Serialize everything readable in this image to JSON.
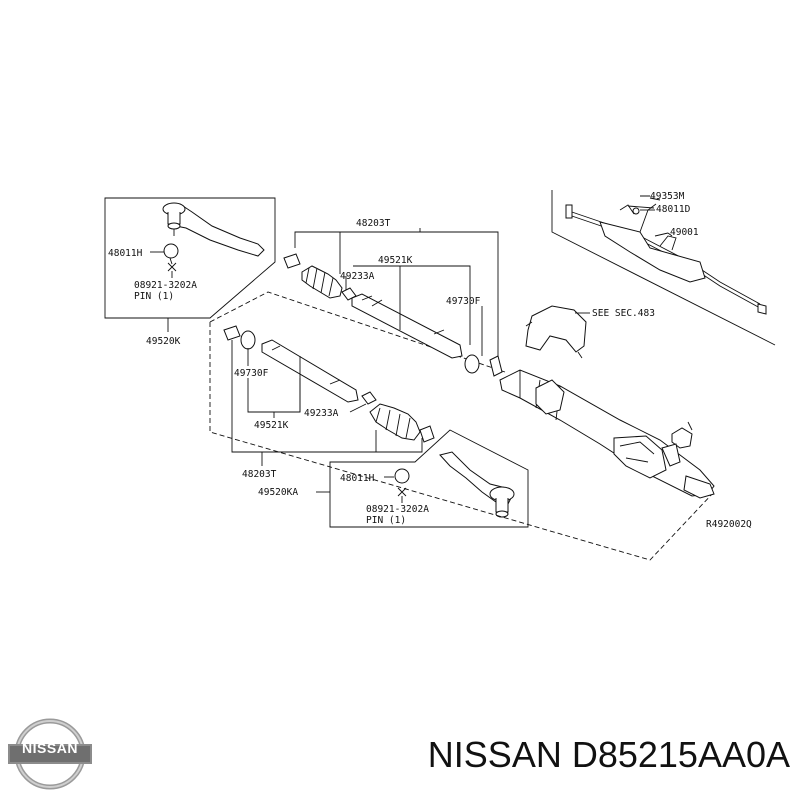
{
  "diagram": {
    "labels": {
      "l48203T_top": "48203T",
      "l49353M": "49353M",
      "l48011D": "48011D",
      "l49001": "49001",
      "l48011H_top": "48011H",
      "l49521K_top": "49521K",
      "l49233A_top": "49233A",
      "l49730F_top": "49730F",
      "l08921_top": "08921-3202A",
      "lPIN_top": "PIN (1)",
      "lSEE": "SEE SEC.483",
      "l49520K": "49520K",
      "l49730F_bot": "49730F",
      "l49233A_bot": "49233A",
      "l49521K_bot": "49521K",
      "l48203T_bot": "48203T",
      "l48011H_bot": "48011H",
      "l49520KA": "49520KA",
      "l08921_bot": "08921-3202A",
      "lPIN_bot": "PIN (1)",
      "lCode": "R492002Q"
    }
  },
  "footer": {
    "logo_text": "NISSAN",
    "part_title": "NISSAN D85215AA0A"
  }
}
